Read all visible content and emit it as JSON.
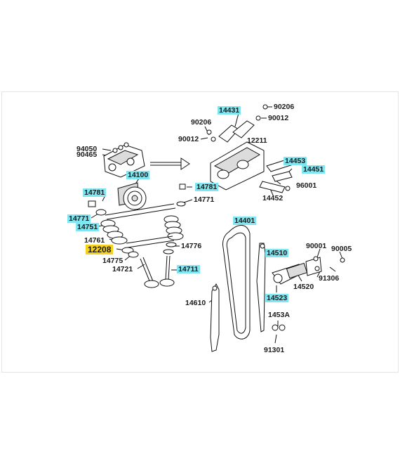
{
  "colors": {
    "highlight_yellow": "#f7d21c",
    "label_cyan": "#7fe6f2",
    "line": "#111111"
  },
  "selected_part": "12208",
  "labels": {
    "p14431": "14431",
    "p90206a": "90206",
    "p90206b": "90206",
    "p90012a": "90012",
    "p90012b": "90012",
    "p12211": "12211",
    "p14453": "14453",
    "p14451": "14451",
    "p96001": "96001",
    "p14452": "14452",
    "p94050": "94050",
    "p90465": "90465",
    "p14100": "14100",
    "p14781a": "14781",
    "p14781b": "14781",
    "p14771a": "14771",
    "p14771b": "14771",
    "p14751": "14751",
    "p14761": "14761",
    "p12208": "12208",
    "p14776": "14776",
    "p14775": "14775",
    "p14721": "14721",
    "p14711": "14711",
    "p14401": "14401",
    "p14510": "14510",
    "p14610": "14610",
    "p90001": "90001",
    "p90005": "90005",
    "p14520": "14520",
    "p91306": "91306",
    "p14523": "14523",
    "p1453A": "1453A",
    "p91301": "91301"
  }
}
